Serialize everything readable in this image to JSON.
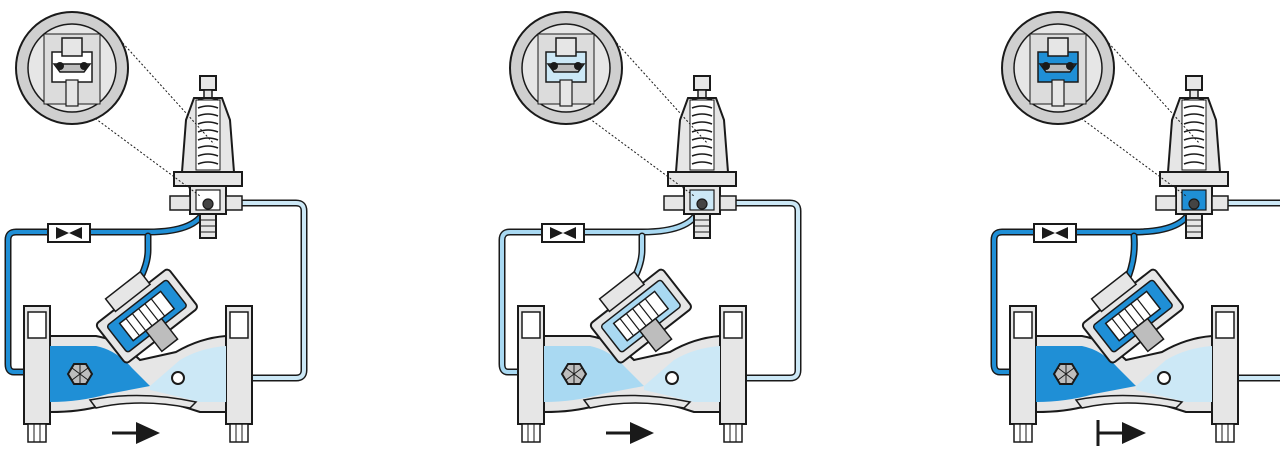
{
  "panels": [
    {
      "state": "open",
      "arrow": "flow-arrow",
      "colors": {
        "upstream": "#1f8fd6",
        "downstream": "#cce8f6",
        "control": "#1f8fd6",
        "pilot_chamber": "#ffffff"
      }
    },
    {
      "state": "modulating",
      "arrow": "flow-arrow",
      "colors": {
        "upstream": "#a9d9f2",
        "downstream": "#cce8f6",
        "control": "#a9d9f2",
        "pilot_chamber": "#cce8f6"
      }
    },
    {
      "state": "closed",
      "arrow": "stop-flow-arrow",
      "colors": {
        "upstream": "#1f8fd6",
        "downstream": "#cce8f6",
        "control": "#1f8fd6",
        "pilot_chamber": "#1f8fd6"
      }
    }
  ],
  "palette": {
    "outline": "#1a1a1a",
    "metal": "#e6e6e6",
    "metal_dark": "#bdbdbd",
    "zoom_ring": "#cfcfcf",
    "white": "#ffffff"
  }
}
